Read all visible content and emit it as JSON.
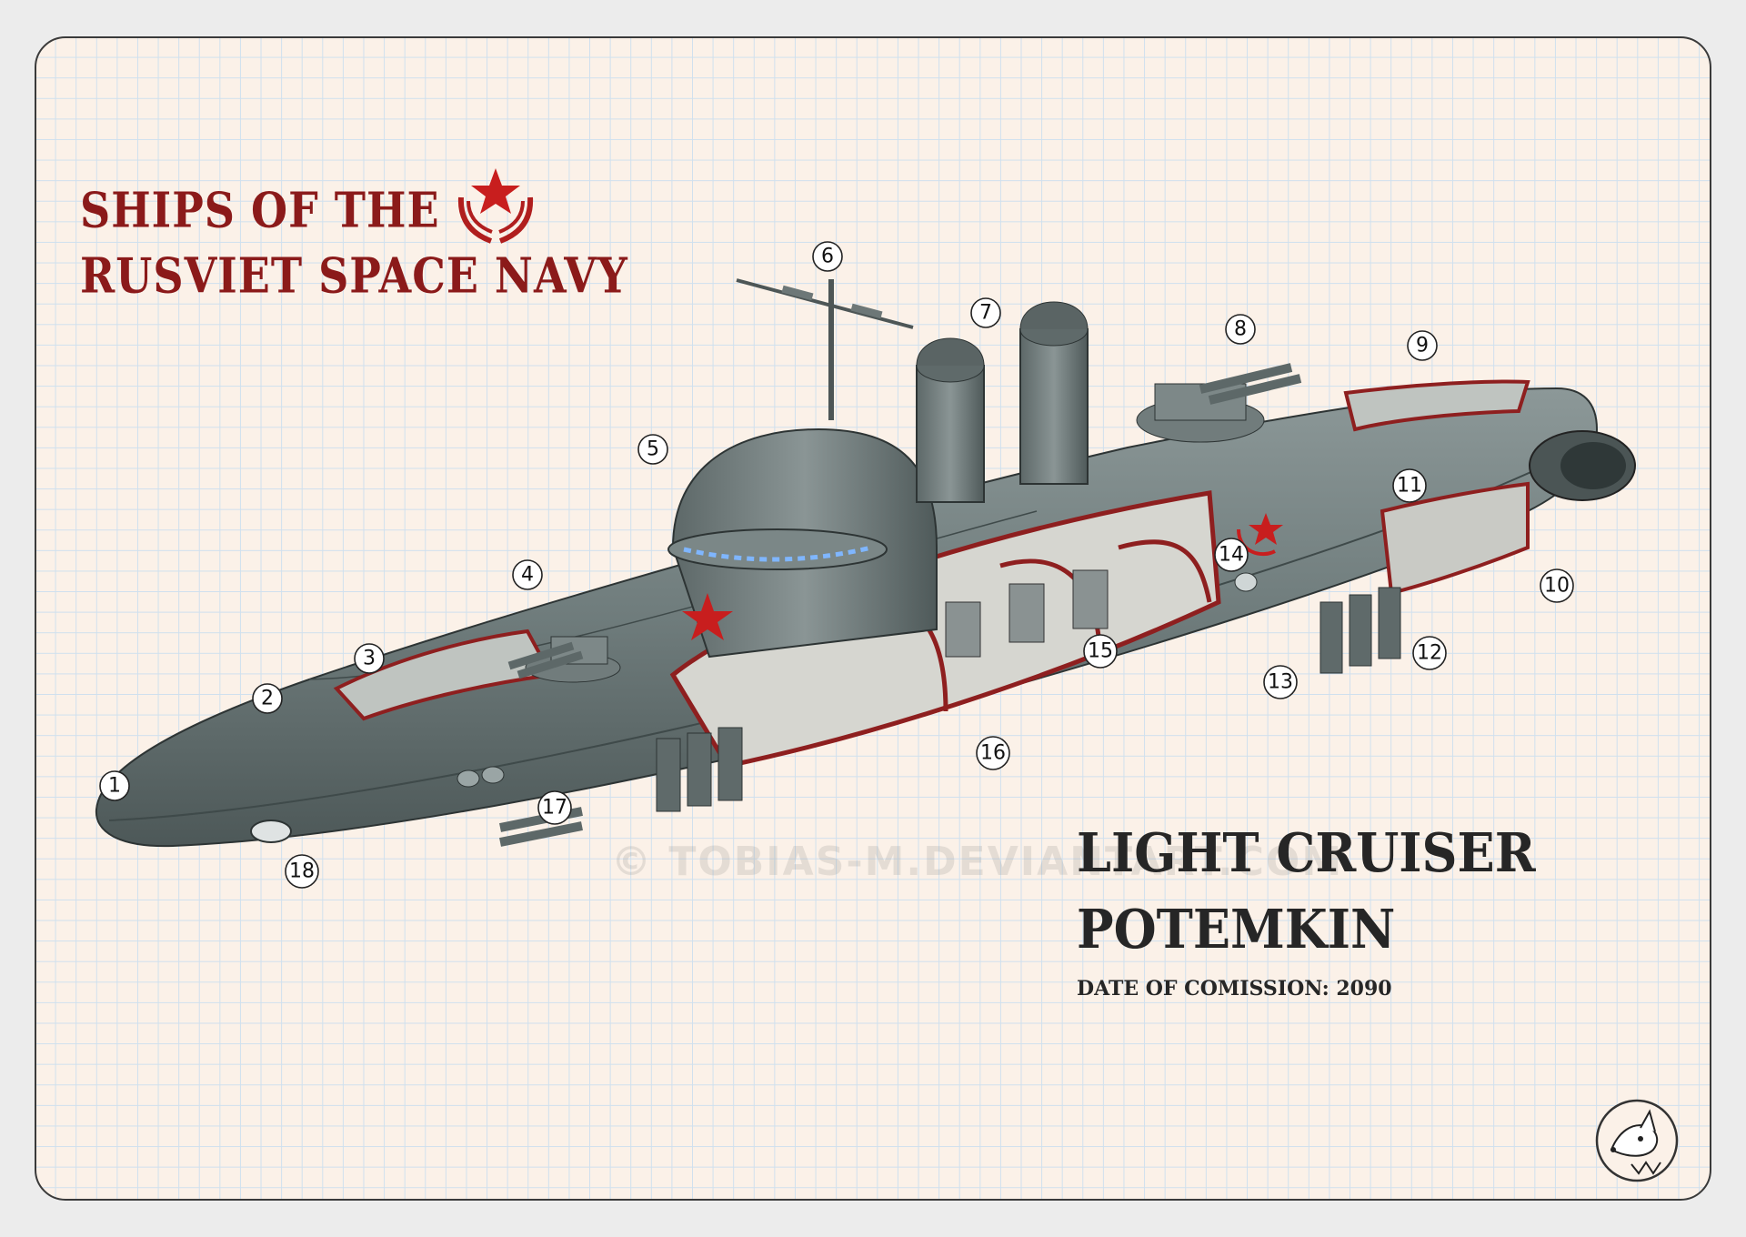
{
  "header": {
    "line1": "SHIPS OF THE",
    "line2": "RUSVIET SPACE NAVY",
    "emblem_icon": "red-star-laurel-emblem"
  },
  "title": {
    "line1": "LIGHT CRUISER",
    "line2": "POTEMKIN",
    "commission": "DATE OF COMISSION: 2090"
  },
  "watermark": "© TOBIAS-M.DEVIANTART.COM",
  "signature_icon": "artist-fox-signature-logo",
  "callouts": [
    "1",
    "2",
    "3",
    "4",
    "5",
    "6",
    "7",
    "8",
    "9",
    "10",
    "11",
    "12",
    "13",
    "14",
    "15",
    "16",
    "17",
    "18"
  ],
  "colors": {
    "paper": "#fbf1e8",
    "grid": "#cfe0ee",
    "header_red": "#8b1a1a",
    "hull_gray": "#6f7c7c",
    "cutaway_red": "#8e1f1f",
    "star_red": "#c81e1e"
  }
}
